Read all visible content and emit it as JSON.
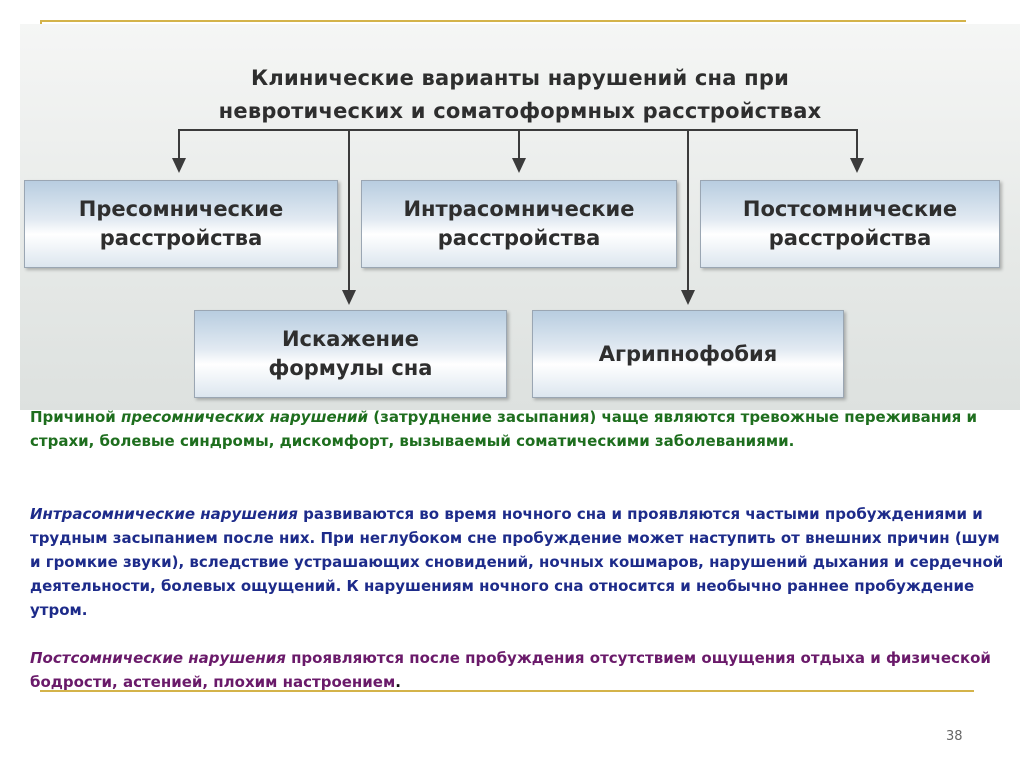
{
  "diagram": {
    "title_line1": "Клинические варианты нарушений сна при",
    "title_line2": "невротических и соматоформных расстройствах",
    "boxes": [
      {
        "label": "Пресомнические\nрасстройства"
      },
      {
        "label": "Интрасомнические\nрасстройства"
      },
      {
        "label": "Постсомнические\nрасстройства"
      },
      {
        "label": "Искажение\nформулы сна"
      },
      {
        "label": "Агрипнофобия"
      }
    ]
  },
  "paragraphs": {
    "p1": {
      "prefix": "Причиной ",
      "term": "пресомнических нарушений",
      "rest": " (затруднение засыпания) чаще являются тревожные переживания и страхи, болевые синдромы, дискомфорт, вызываемый соматическими заболеваниями."
    },
    "p2": {
      "term": "Интрасомнические нарушения",
      "rest": " развиваются во время ночного сна и проявляются частыми пробуждениями и трудным засыпанием после них. При неглубоком сне пробуждение может наступить от внешних причин (шум и громкие звуки), вследствие устрашающих сновидений, ночных кошмаров, нарушений дыхания и сердечной деятельности, болевых ощущений. К нарушениям ночного сна относится и необычно раннее пробуждение утром."
    },
    "p3": {
      "term": "Постсомнические нарушения",
      "rest": " проявляются после пробуждения отсутствием ощущения отдыха и физической бодрости, астенией, плохим настроением",
      "end": "."
    }
  },
  "page_number": "38",
  "colors": {
    "accent_line": "#d4b34a",
    "text_green": "#1e6e1e",
    "text_blue": "#1d2b8a",
    "text_purple": "#6a1a6a"
  }
}
